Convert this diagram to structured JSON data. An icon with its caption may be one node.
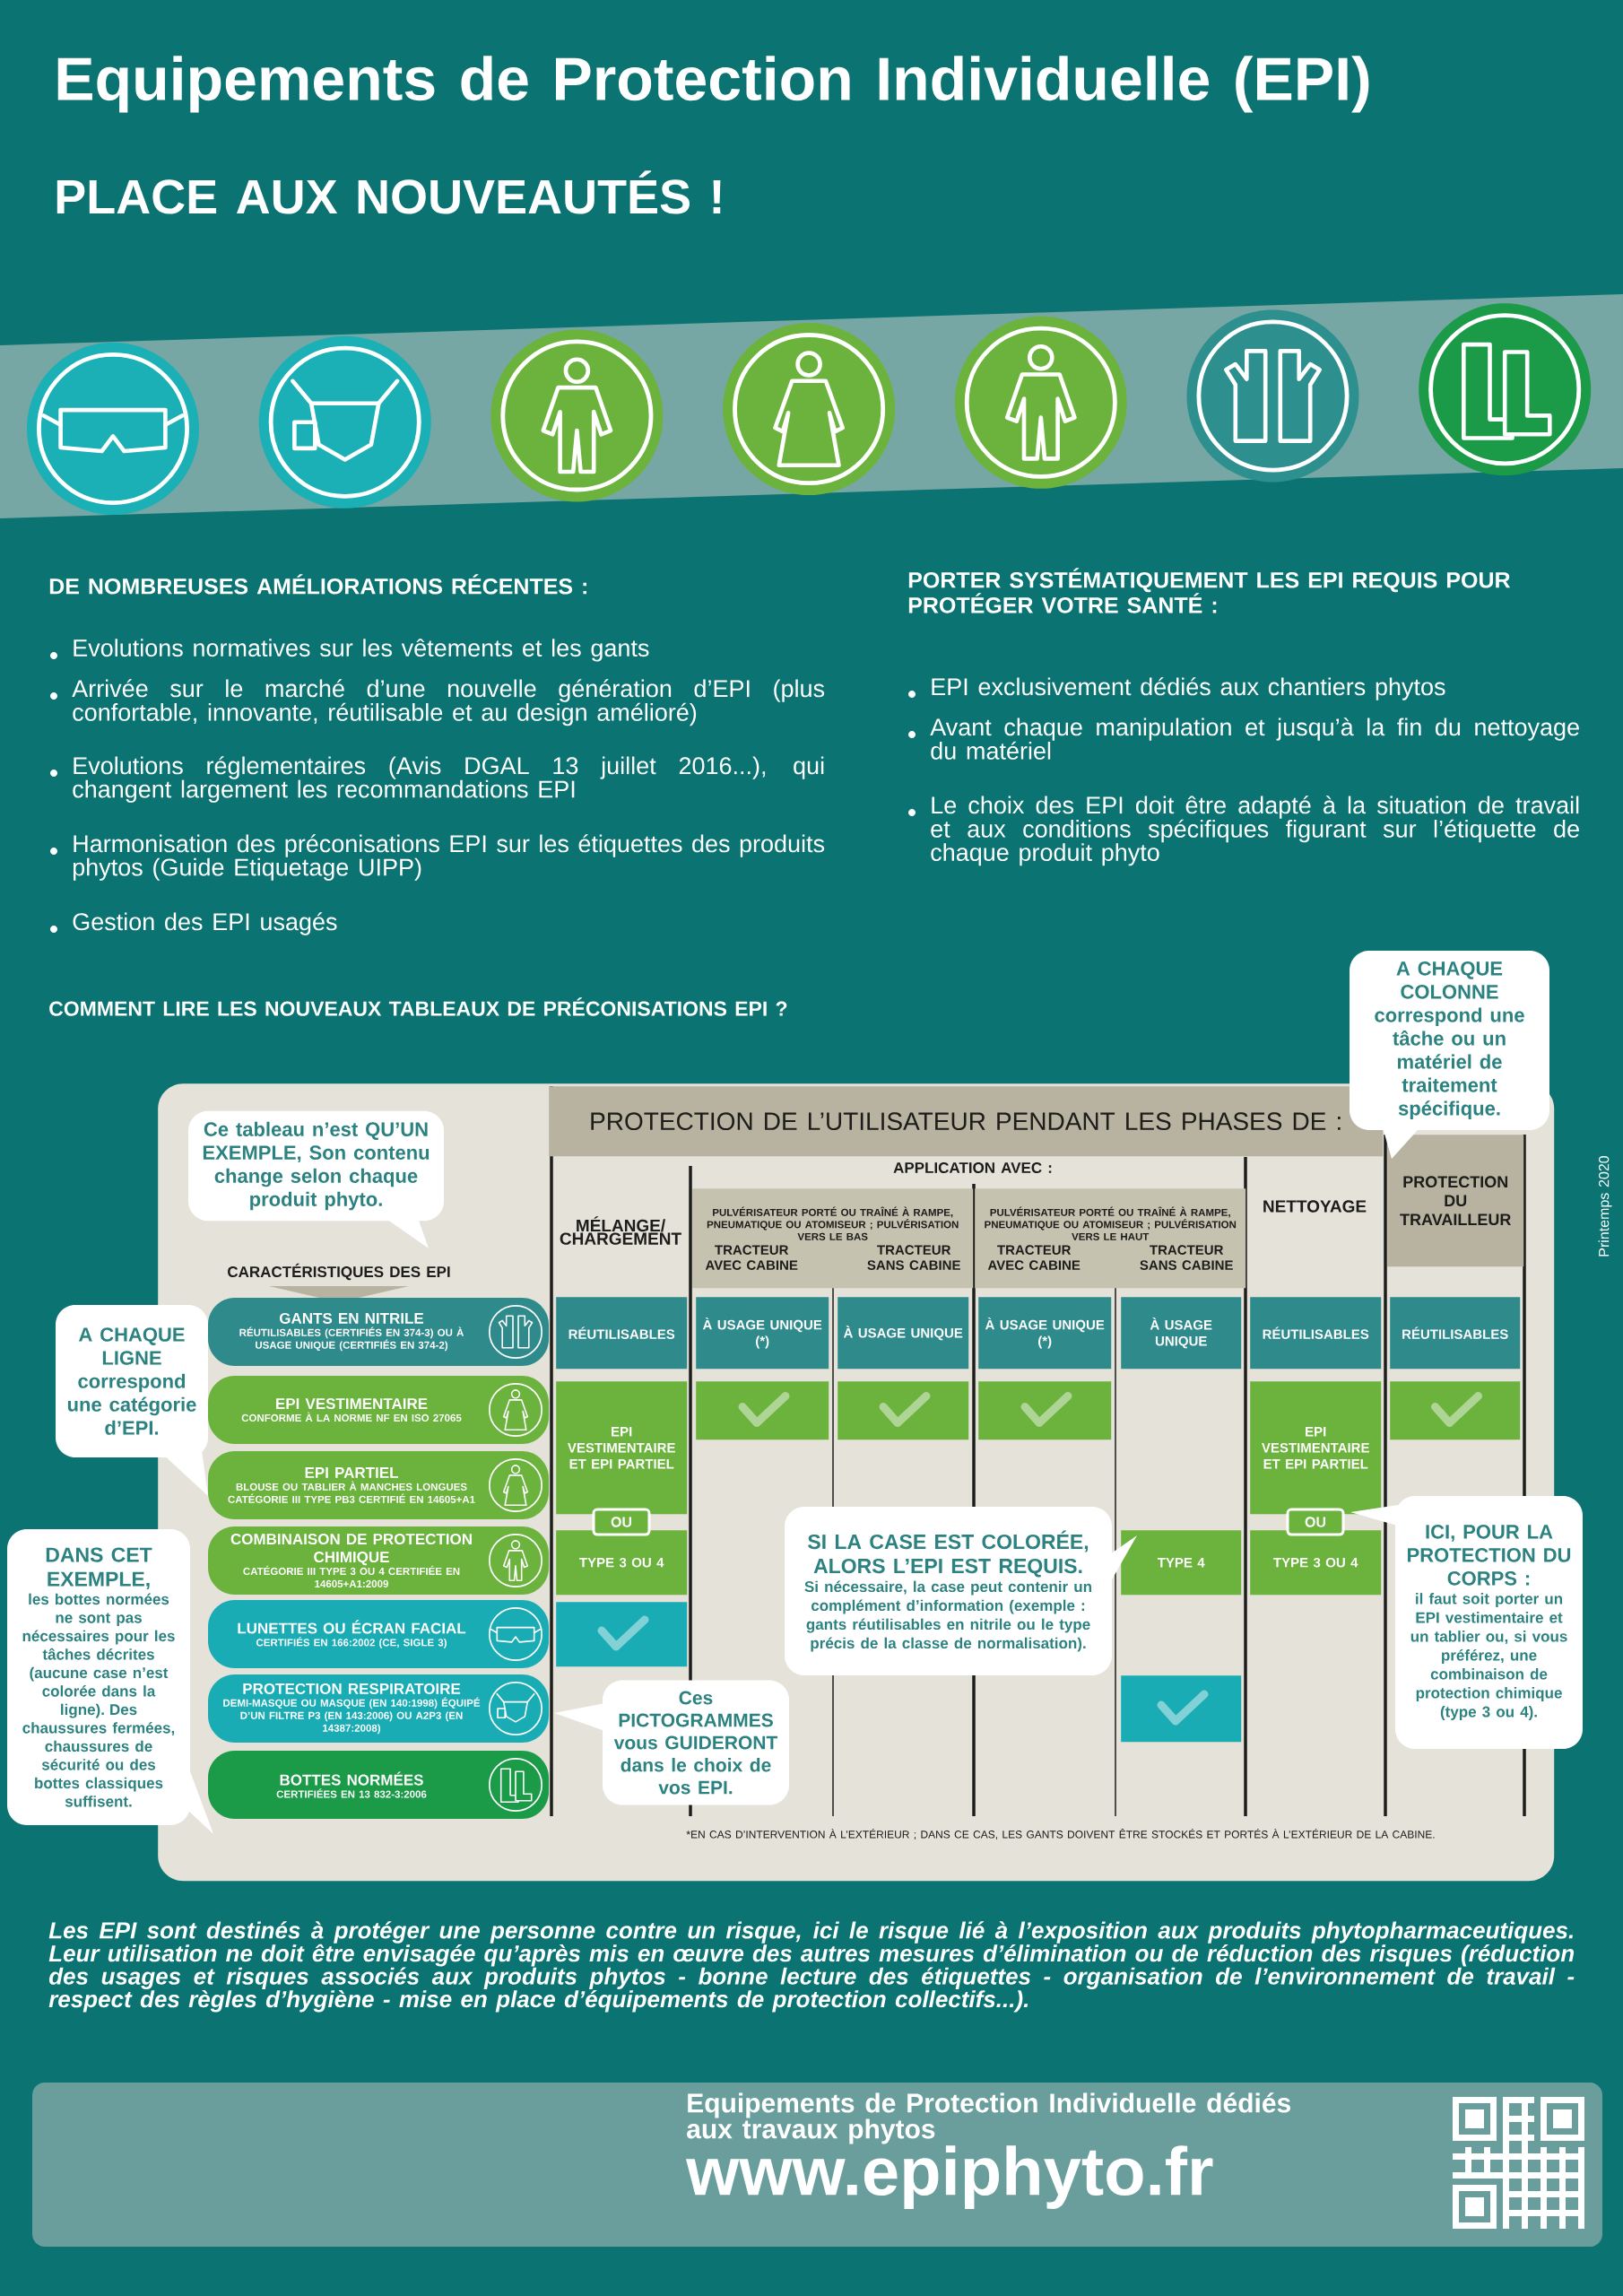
{
  "diagram": {
    "title": "Equipements de Protection Individuelle (EPI)",
    "nodes": [
      {
        "text": [],
        "shape": "box"
      },
      {
        "text": [
          "PROTECTION DE L’UTILISATEUR PENDANT LES PHASES DE :"
        ],
        "in": 0
      },
      {
        "text": [
          "PULVÉRISATEUR PORTÉ OU TRAÎNÉ À RAMPE, PNEUMATIQUE OU ATOMISEUR ; PULVÉRISATION VERS LE BAS",
          "TRACTEUR AVEC CABINE",
          "TRACTEUR SANS CABINE"
        ],
        "in": 0
      },
      {
        "text": [
          "PULVÉRISATEUR PORTÉ OU TRAÎNÉ À RAMPE, PNEUMATIQUE OU ATOMISEUR ; PULVÉRISATION VERS LE HAUT",
          "TRACTEUR AVEC CABINE",
          "TRACTEUR SANS CABINE"
        ],
        "in": 0
      },
      {
        "text": [
          "PROTECTION DU TRAVAILLEUR"
        ],
        "in": 0
      },
      {
        "text": [
          "GANTS EN NITRILE",
          "RÉUTILISABLES (CERTIFIÉS EN 374-3) OU À USAGE UNIQUE (CERTIFIÉS EN 374-2)"
        ],
        "in": 0
      },
      {
        "text": [
          "EPI VESTIMENTAIRE",
          "CONFORME À LA NORME NF EN ISO 27065"
        ],
        "in": 0
      },
      {
        "text": [
          "EPI PARTIEL",
          "BLOUSE OU TABLIER À MANCHES LONGUES CATÉGORIE III TYPE PB3 CERTIFIÉ EN 14605+A1"
        ],
        "in": 0
      },
      {
        "text": [
          "COMBINAISON DE PROTECTION CHIMIQUE",
          "CATÉGORIE III TYPE 3 OU 4 CERTIFIÉE EN 14605+A1:2009"
        ],
        "in": 0
      },
      {
        "text": [
          "LUNETTES OU ÉCRAN FACIAL",
          "CERTIFIÉS EN 166:2002 (CE, SIGLE 3)"
        ],
        "in": 0
      },
      {
        "text": [
          "PROTECTION RESPIRATOIRE",
          "DEMI-MASQUE OU MASQUE (EN 140:1998) ÉQUIPÉ D’UN FILTRE P3 (EN 143:2006) OU A2P3 (EN 14387:2008)"
        ],
        "in": 0
      },
      {
        "text": [
          "BOTTES NORMÉES",
          "CERTIFIÉES EN 13 832-3:2006"
        ],
        "in": 0
      },
      {
        "text": [
          "RÉUTILISABLES"
        ],
        "in": 0
      },
      {
        "text": [
          "À USAGE UNIQUE (*)"
        ],
        "in": 0
      },
      {
        "text": [
          "À USAGE UNIQUE"
        ],
        "in": 0
      },
      {
        "text": [
          "À USAGE UNIQUE (*)"
        ],
        "in": 0
      },
      {
        "text": [
          "À USAGE UNIQUE"
        ],
        "in": 0
      },
      {
        "text": [
          "RÉUTILISABLES"
        ],
        "in": 0
      },
      {
        "text": [
          "RÉUTILISABLES"
        ],
        "in": 0
      },
      {
        "text": [
          "EPI VESTIMENTAIRE ET EPI PARTIEL"
        ],
        "in": 0
      },
      {
        "text": [],
        "shape": "box",
        "in": 0
      },
      {
        "text": [],
        "shape": "box",
        "in": 0
      },
      {
        "text": [],
        "shape": "box",
        "in": 0
      },
      {
        "text": [
          "EPI VESTIMENTAIRE ET EPI PARTIEL"
        ],
        "in": 0
      },
      {
        "text": [],
        "shape": "box",
        "in": 0
      },
      {
        "text": [
          "OU"
        ],
        "in": 0
      },
      {
        "text": [
          "OU"
        ],
        "in": 0
      },
      {
        "text": [
          "TYPE 3 OU 4"
        ],
        "in": 0
      },
      {
        "text": [
          "TYPE 4"
        ],
        "in": 0
      },
      {
        "text": [
          "TYPE 3 OU 4"
        ],
        "in": 0
      },
      {
        "text": [],
        "shape": "box",
        "in": 0
      },
      {
        "text": [],
        "shape": "box",
        "in": 0
      },
      {
        "text": [
          "A CHAQUE COLONNE correspond une tâche ou un matériel de traitement spécifique."
        ]
      },
      {
        "text": [
          "Ce tableau n’est QU’UN EXEMPLE, Son contenu change selon chaque produit phyto."
        ],
        "in": 0
      },
      {
        "text": [
          "A CHAQUE LIGNE correspond une catégorie d’EPI."
        ]
      },
      {
        "text": [
          "DANS CET EXEMPLE,",
          "les bottes normées ne sont pas nécessaires pour les tâches décrites (aucune case n’est colorée dans la ligne). Des chaussures fermées, chaussures de sécurité ou des bottes classiques suffisent."
        ]
      },
      {
        "text": [
          "SI LA CASE EST COLORÉE, ALORS L’EPI EST REQUIS.",
          "Si nécessaire, la case peut contenir un complément d’information (exemple : gants réutilisables en nitrile ou le type précis de la classe de normalisation)."
        ],
        "in": 0
      },
      {
        "text": [
          "ICI, POUR LA PROTECTION DU CORPS :",
          "il faut soit porter un EPI vestimentaire et un tablier ou, si vous préférez, une combinaison de protection chimique (type 3 ou 4)."
        ]
      },
      {
        "text": [
          "Ces PICTOGRAMMES vous GUIDERONT dans le choix de vos EPI."
        ],
        "in": 0
      }
    ],
    "labels": [
      "PLACE AUX NOUVEAUTÉS !",
      "DE NOMBREUSES AMÉLIORATIONS RÉCENTES :",
      "Evolutions normatives sur les vêtements et les gants",
      "Arrivée sur le marché d’une nouvelle génération d’EPI (plus confortable, innovante, réutilisable et au design amélioré)",
      "Evolutions réglementaires (Avis DGAL 13 juillet 2016...), qui changent largement les recommandations EPI",
      "Harmonisation des préconisations EPI sur les étiquettes des produits phytos (Guide Etiquetage UIPP)",
      "Gestion des EPI usagés",
      "PORTER SYSTÉMATIQUEMENT LES EPI REQUIS POUR PROTÉGER VOTRE SANTÉ :",
      "EPI exclusivement dédiés aux chantiers phytos",
      "Avant chaque manipulation et jusqu’à la fin du nettoyage du matériel",
      "Le choix des EPI doit être adapté à la situation de travail et aux conditions spécifiques figurant sur l’étiquette de chaque produit phyto",
      "COMMENT LIRE LES NOUVEAUX TABLEAUX DE PRÉCONISATIONS EPI ?",
      "CARACTÉRISTIQUES DES EPI",
      "MÉLANGE/ CHARGEMENT",
      "APPLICATION AVEC :",
      "NETTOYAGE",
      "*EN CAS D’INTERVENTION À L’EXTÉRIEUR ; DANS CE CAS, LES GANTS DOIVENT ÊTRE STOCKÉS ET PORTÉS À L’EXTÉRIEUR DE LA CABINE.",
      "Printemps 2020",
      "Les EPI sont destinés à protéger une personne contre un risque, ici le risque lié à l’exposition aux produits phytopharmaceutiques. Leur utilisation ne doit être envisagée qu’après mis en œuvre des autres mesures d’élimination ou de réduction des risques (réduction des usages et risques associés aux produits phytos - bonne lecture des étiquettes - organisation de l’environnement de travail - respect des règles d’hygiène - mise en place d’équipements de protection collectifs...).",
      "Equipements de Protection Individuelle dédiés aux travaux phytos",
      "www.epiphyto.fr"
    ]
  }
}
